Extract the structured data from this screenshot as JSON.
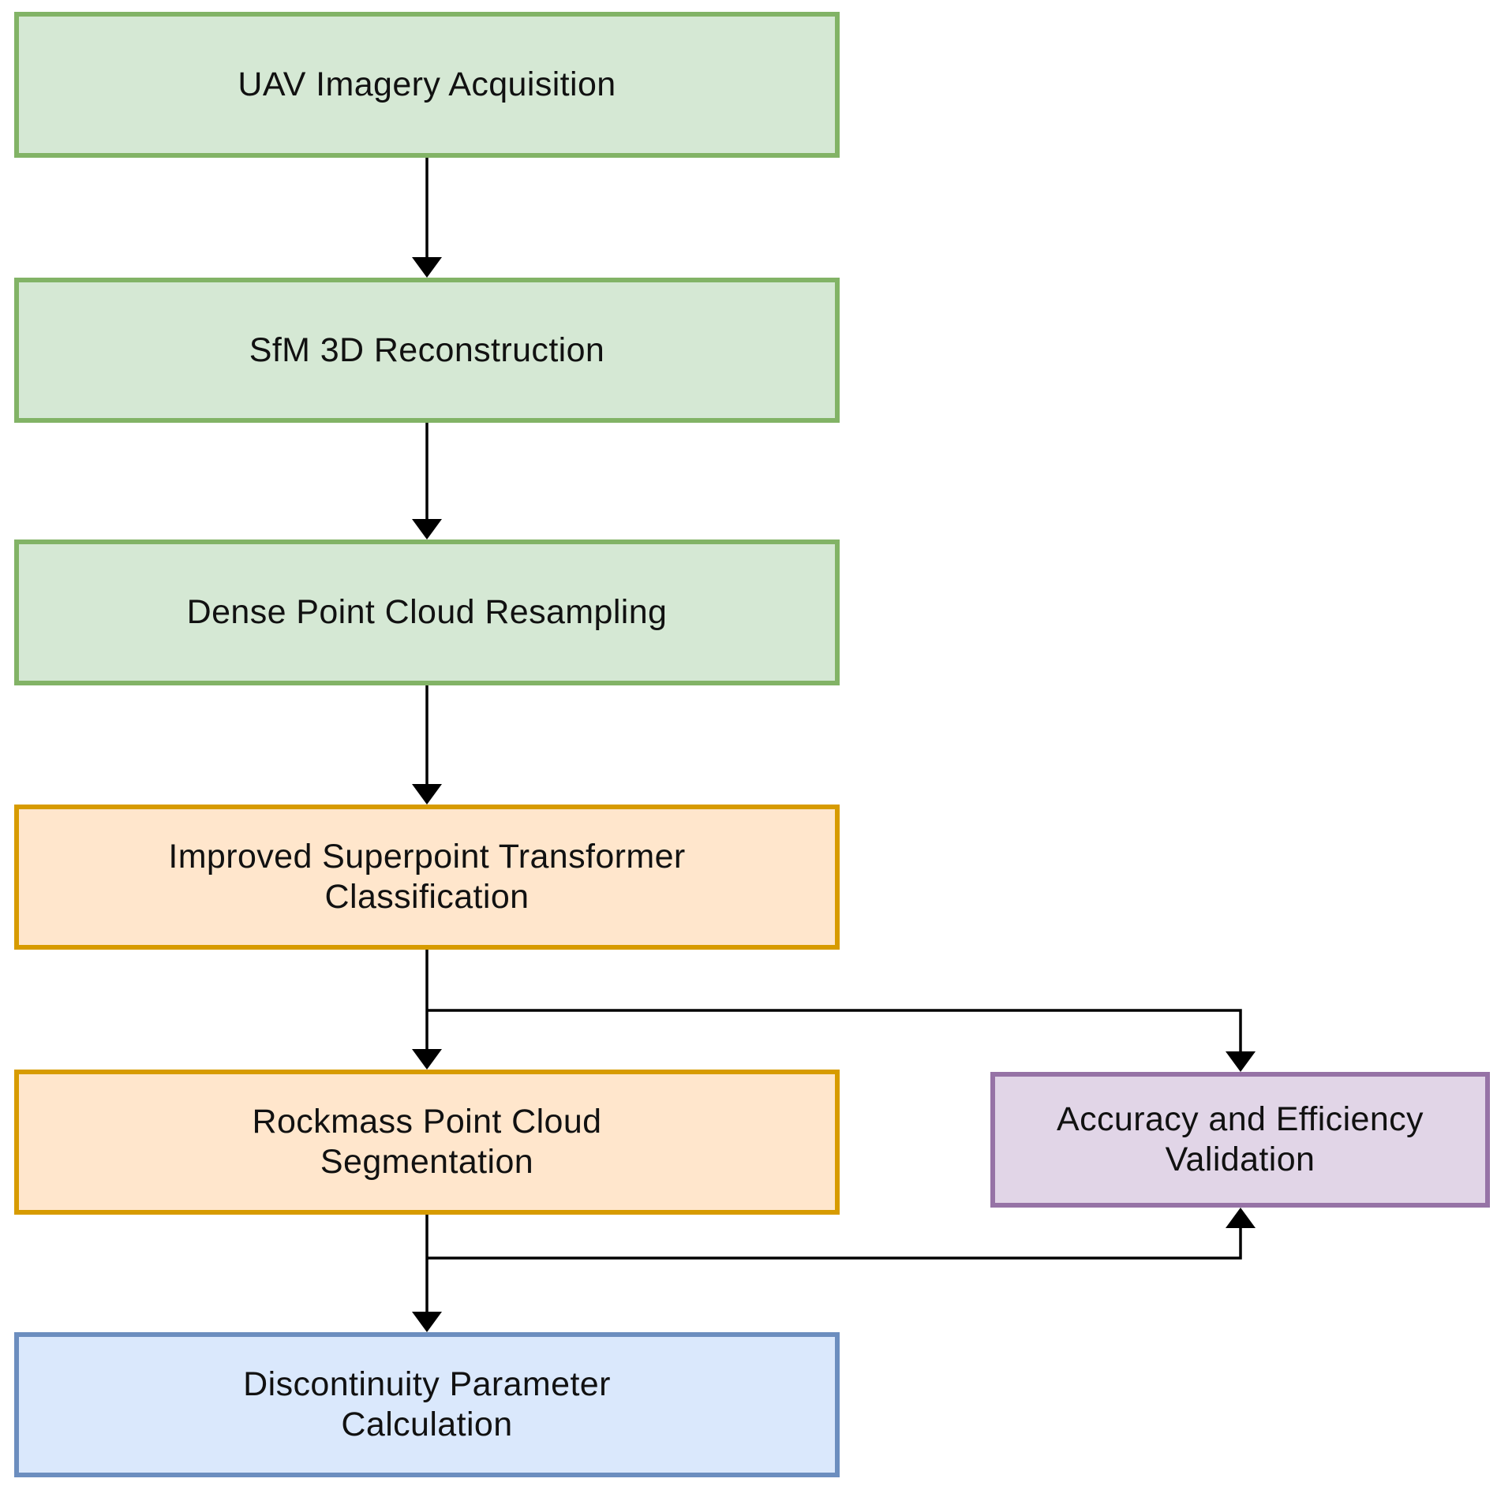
{
  "nodes": {
    "uav": "UAV Imagery Acquisition",
    "sfm": "SfM 3D Reconstruction",
    "dense": "Dense Point Cloud Resampling",
    "ispt": "Improved Superpoint Transformer\nClassification",
    "seg": "Rockmass Point Cloud\nSegmentation",
    "valid": "Accuracy and Efficiency\nValidation",
    "param": "Discontinuity Parameter\nCalculation"
  },
  "colors": {
    "green_fill": "#d5e8d4",
    "green_border": "#82b366",
    "orange_fill": "#ffe6cc",
    "orange_border": "#d79b00",
    "purple_fill": "#e1d5e7",
    "purple_border": "#9673a6",
    "blue_fill": "#dae8fc",
    "blue_border": "#6c8ebf",
    "edge": "#000000"
  },
  "edges": [
    {
      "from": "uav",
      "to": "sfm"
    },
    {
      "from": "sfm",
      "to": "dense"
    },
    {
      "from": "dense",
      "to": "ispt"
    },
    {
      "from": "ispt",
      "to": "seg"
    },
    {
      "from": "ispt",
      "to": "valid"
    },
    {
      "from": "seg",
      "to": "param"
    },
    {
      "from": "seg",
      "to": "valid"
    }
  ]
}
